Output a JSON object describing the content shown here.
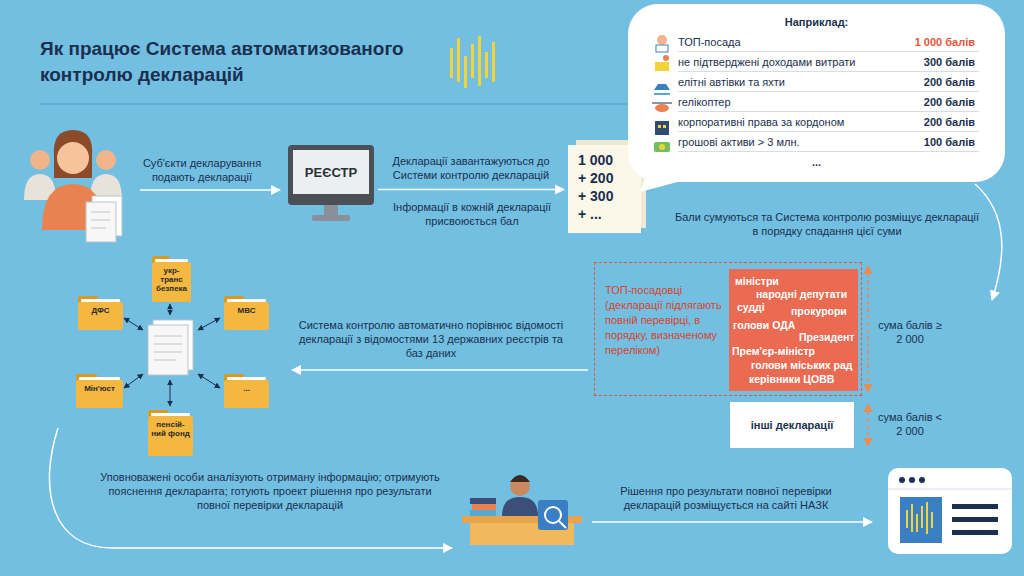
{
  "diagram": {
    "title": "Як працює Система автоматизованого контролю декларацій",
    "nodes": [
      {
        "text": [
          "РЕЄСТР"
        ]
      },
      {
        "text": [
          "1 000",
          "+ 200",
          "+ 300",
          "+ ..."
        ]
      },
      {
        "text": [
          "Наприклад:",
          "ТОП-посада",
          "1 000 балів",
          "не підтверджені доходами витрати",
          "300 балів",
          "елітні автівки та яхти",
          "200 балів",
          "гелікоптер",
          "200 балів",
          "корпоративні права за кордоном",
          "200 балів",
          "грошові активи > 3 млн.",
          "100 балів",
          "..."
        ]
      },
      {
        "text": [
          "ТОП-посадовці (декларації підлягають повній перевірці, в порядку, визначеному переліком)"
        ]
      },
      {
        "text": [
          "міністри",
          "народні депутати",
          "судді",
          "прокурори",
          "голови ОДА",
          "Президент",
          "Прем'єр-міністр",
          "голови міських рад",
          "керівники ЦОВВ"
        ],
        "in": 3
      },
      {
        "text": [
          "інші декларації"
        ]
      },
      {
        "text": [
          "укр- транс безпека"
        ]
      },
      {
        "text": [
          "ДФС"
        ]
      },
      {
        "text": [
          "МВС"
        ]
      },
      {
        "text": [
          "Мін'юст"
        ]
      },
      {
        "text": [
          "..."
        ]
      },
      {
        "text": [
          "пенсій- ний фонд"
        ]
      }
    ],
    "edges": [
      {
        "from": 0,
        "to": 1,
        "arrow": "to",
        "label": "Декларації завантажуються до Системи контролю декларацій"
      }
    ],
    "labels": [
      "Суб'єкти декларування подають декларації",
      "Інформації в кожній декларації присвоюється бал",
      "Бали сумуються та Система контролю розміщує декларації в порядку спадання цієї суми",
      "сума балів ≥ 2 000",
      "сума балів < 2 000",
      "Система контролю автоматично порівнює відомості декларації з відомостями 13 державних реєстрів та баз даних",
      "Уповноважені особи аналізують отриману інформацію; отримують пояснення декларанта; готують проект рішення про результати повної перевірки декларацій",
      "Рішення про результати повної перевірки декларацій розміщується на сайті НАЗК"
    ]
  }
}
